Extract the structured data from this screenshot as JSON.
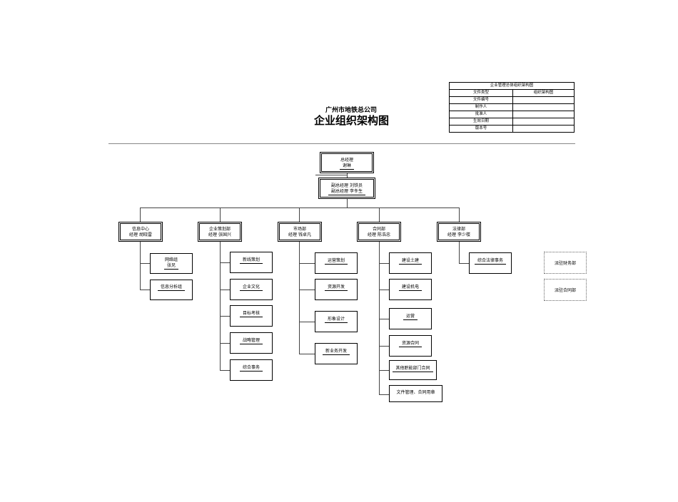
{
  "header": {
    "company": "广州市地铁总公司",
    "title": "企业组织架构图"
  },
  "info_table": {
    "heading": "企业管理总体组织架构图",
    "rows": [
      {
        "label": "文件类型",
        "value": "组织架构图"
      },
      {
        "label": "文件编号",
        "value": ""
      },
      {
        "label": "制作人",
        "value": ""
      },
      {
        "label": "批准人",
        "value": ""
      },
      {
        "label": "生效日期",
        "value": ""
      },
      {
        "label": "版本号",
        "value": ""
      }
    ]
  },
  "top": {
    "gm_title": "总经理",
    "gm_name": "谢琳",
    "vgm_line1": "副总经理  刘铁员",
    "vgm_line2": "副总经理  李冬生"
  },
  "departments": [
    {
      "name": "信息中心",
      "manager": "经理  胡晓雷",
      "subs": [
        "网络组",
        "信息分析组"
      ],
      "sub_extra": [
        "张兄",
        ""
      ]
    },
    {
      "name": "企业策划部",
      "manager": "经理  张国兴",
      "subs": [
        "新线策划",
        "企业文化",
        "目标考核",
        "战略管理",
        "综合事务"
      ]
    },
    {
      "name": "市场部",
      "manager": "经理  钱卓凡",
      "subs": [
        "运营策划",
        "资源开发",
        "形象设计",
        "新业务开发"
      ]
    },
    {
      "name": "合同部",
      "manager": "经理  陈浩忠",
      "subs": [
        "建设土建",
        "建设机电",
        "运营",
        "资源合同",
        "其他职能部门合同",
        "文件管理、合同用章"
      ]
    },
    {
      "name": "法律部",
      "manager": "经理  李少楼",
      "subs": [
        "综合法律事务"
      ]
    }
  ],
  "external": [
    "派驻财务部",
    "派驻合同部"
  ]
}
